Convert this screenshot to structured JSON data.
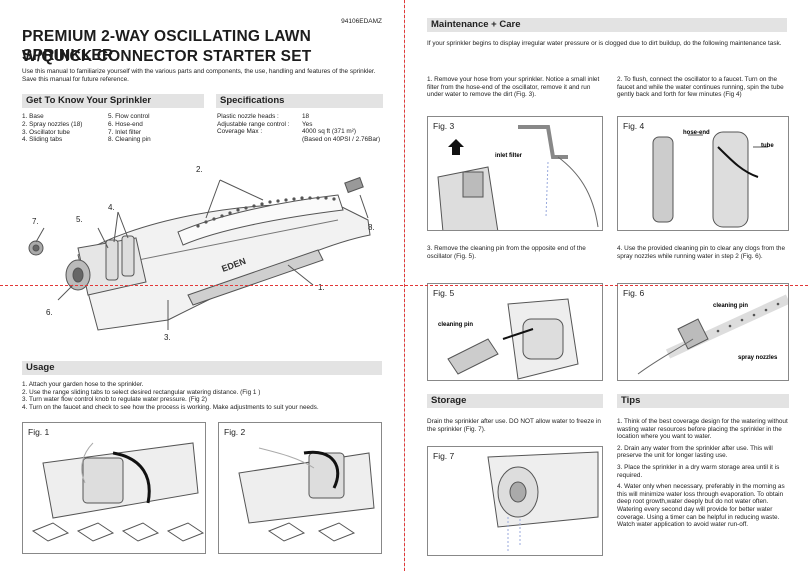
{
  "doc_code": "94106EDAMZ",
  "title_line1": "PREMIUM 2-WAY OSCILLATING LAWN SPRINKLER",
  "title_line2": "W/QUICK CONNECTOR STARTER SET",
  "intro": "Use this manual to familiarize yourself with the various parts and components, the use, handling and features of the sprinkler. Save this manual for future reference.",
  "know": {
    "header": "Get To Know Your Sprinkler",
    "col1": [
      "1.  Base",
      "2.  Spray nozzles (18)",
      "3.  Oscillator tube",
      "4.  Sliding tabs"
    ],
    "col2": [
      "5.  Flow control",
      "6.  Hose-end",
      "7.  Inlet filter",
      "8.  Cleaning pin"
    ]
  },
  "specs": {
    "header": "Specifications",
    "rows": [
      {
        "label": "Plastic nozzle heads :",
        "value": "18"
      },
      {
        "label": "Adjustable range control :",
        "value": "Yes"
      },
      {
        "label": "Coverage Max :",
        "value": "4000 sq ft (371 m²)"
      },
      {
        "label": "",
        "value": "(Based on 40PSI / 2.76Bar)"
      }
    ]
  },
  "diagram": {
    "brand": "EDEN",
    "callouts": [
      "1.",
      "2.",
      "3.",
      "4.",
      "5.",
      "6.",
      "7.",
      "8."
    ]
  },
  "usage": {
    "header": "Usage",
    "steps": [
      "1.  Attach your garden hose to the sprinkler.",
      "2.  Use the range sliding tabs to select desired rectangular watering distance. (Fig 1 )",
      "3.  Turn water flow control knob to regulate water pressure. (Fig 2)",
      "4.  Turn on the faucet and check to see how the process is working. Make adjustments to suit your needs."
    ],
    "fig1": "Fig. 1",
    "fig2": "Fig. 2"
  },
  "maintenance": {
    "header": "Maintenance + Care",
    "intro": "If your sprinkler begins to display irregular water pressure or is clogged due to dirt buildup, do the following maintenance task.",
    "step1": "1.  Remove your hose from your sprinkler. Notice a small inlet filter from the hose-end of the oscillator, remove it and run under water to remove the dirt (Fig. 3).",
    "step2": "2.  To flush, connect the oscillator to a faucet. Turn on the faucet and while the water continues running, spin the tube gently back and forth for few minutes (Fig 4)",
    "step3": "3.  Remove the cleaning pin from the opposite end of the oscillator (Fig. 5).",
    "step4": "4.  Use the provided cleaning pin to clear any clogs from the spray nozzles while running water in step 2 (Fig. 6).",
    "fig3": "Fig. 3",
    "fig3_label": "inlet filter",
    "fig4": "Fig. 4",
    "fig4_label1": "hose-end",
    "fig4_label2": "tube",
    "fig5": "Fig. 5",
    "fig5_label": "cleaning pin",
    "fig6": "Fig. 6",
    "fig6_label1": "cleaning pin",
    "fig6_label2": "spray nozzles"
  },
  "storage": {
    "header": "Storage",
    "text": "Drain the sprinkler after use. DO NOT allow water to freeze in the sprinkler (Fig. 7).",
    "fig7": "Fig. 7"
  },
  "tips": {
    "header": "Tips",
    "items": [
      "1.  Think of the best coverage design for the watering without wasting water resources before placing the sprinkler in the location where you want to water.",
      "2.  Drain any water from the sprinkler after use. This will preserve the unit for longer lasting use.",
      "3.  Place the sprinkler in a dry warm storage area until it is required.",
      "4.  Water only when necessary, preferably in the morning as this will minimize water loss through evaporation. To obtain deep root growth,water deeply but do not water often. Watering every second day will provide for better water coverage. Using a timer can be helpful in reducing waste. Watch water application to avoid water run-off."
    ]
  }
}
